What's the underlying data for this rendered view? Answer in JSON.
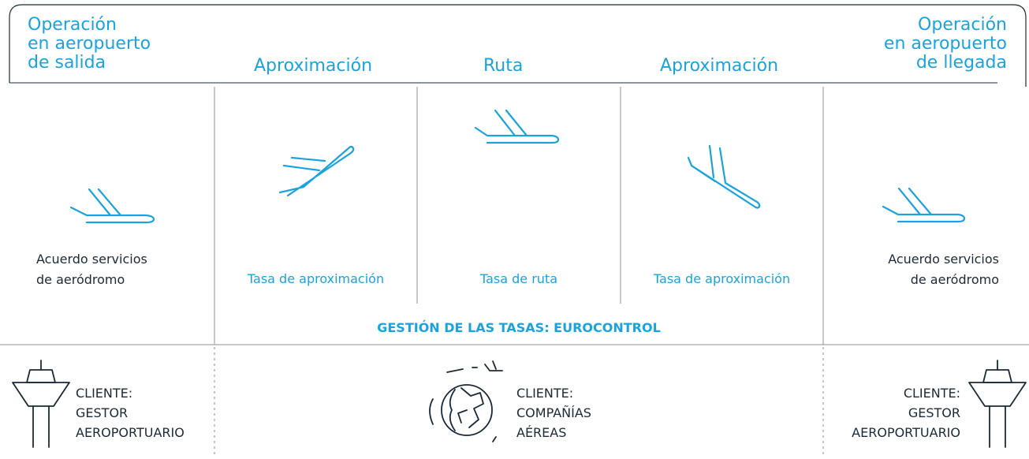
{
  "headers": {
    "departure": [
      "Operación",
      "en aeropuerto",
      "de salida"
    ],
    "approach_left": "Aproximación",
    "route": "Ruta",
    "approach_right": "Aproximación",
    "arrival": [
      "Operación",
      "en aeropuerto",
      "de llegada"
    ]
  },
  "left_service": [
    "Acuerdo servicios",
    "de  aeródromo"
  ],
  "right_service": [
    "Acuerdo servicios",
    "de aeródromo"
  ],
  "rates": {
    "approach_left": "Tasa de aproximación",
    "route": "Tasa de ruta",
    "approach_right": "Tasa de aproximación"
  },
  "eurocontrol": "GESTIÓN DE LAS TASAS: EUROCONTROL",
  "clients": {
    "left": [
      "CLIENTE:",
      "GESTOR",
      "AEROPORTUARIO"
    ],
    "center": [
      "CLIENTE:",
      "COMPAÑÍAS",
      "AÉREAS"
    ],
    "right": [
      "CLIENTE:",
      "GESTOR",
      "AEROPORTUARIO"
    ]
  },
  "icons": {
    "plane": "airplane-icon",
    "tower": "control-tower-icon",
    "globe": "globe-icon"
  },
  "colors": {
    "accent": "#1aa3dc",
    "text": "#1b2a38",
    "lines": "#8a939b"
  }
}
